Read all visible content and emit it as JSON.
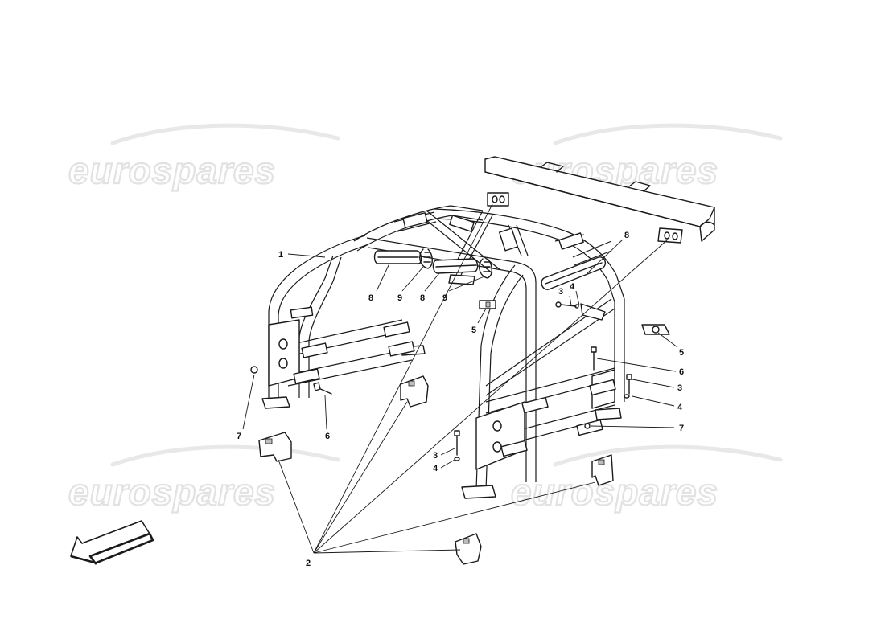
{
  "watermark": {
    "text": "eurospares",
    "color": "#e2e2e2"
  },
  "callouts": [
    {
      "id": "c1",
      "label": "1"
    },
    {
      "id": "c2",
      "label": "2"
    },
    {
      "id": "c3a",
      "label": "3"
    },
    {
      "id": "c3b",
      "label": "3"
    },
    {
      "id": "c3c",
      "label": "3"
    },
    {
      "id": "c4a",
      "label": "4"
    },
    {
      "id": "c4b",
      "label": "4"
    },
    {
      "id": "c4c",
      "label": "4"
    },
    {
      "id": "c5a",
      "label": "5"
    },
    {
      "id": "c5b",
      "label": "5"
    },
    {
      "id": "c6a",
      "label": "6"
    },
    {
      "id": "c6b",
      "label": "6"
    },
    {
      "id": "c7a",
      "label": "7"
    },
    {
      "id": "c7b",
      "label": "7"
    },
    {
      "id": "c8a",
      "label": "8"
    },
    {
      "id": "c8b",
      "label": "8"
    },
    {
      "id": "c8c",
      "label": "8"
    },
    {
      "id": "c9a",
      "label": "9"
    },
    {
      "id": "c9b",
      "label": "9"
    }
  ],
  "icons": {
    "direction_arrow": "front-direction-arrow-icon"
  }
}
